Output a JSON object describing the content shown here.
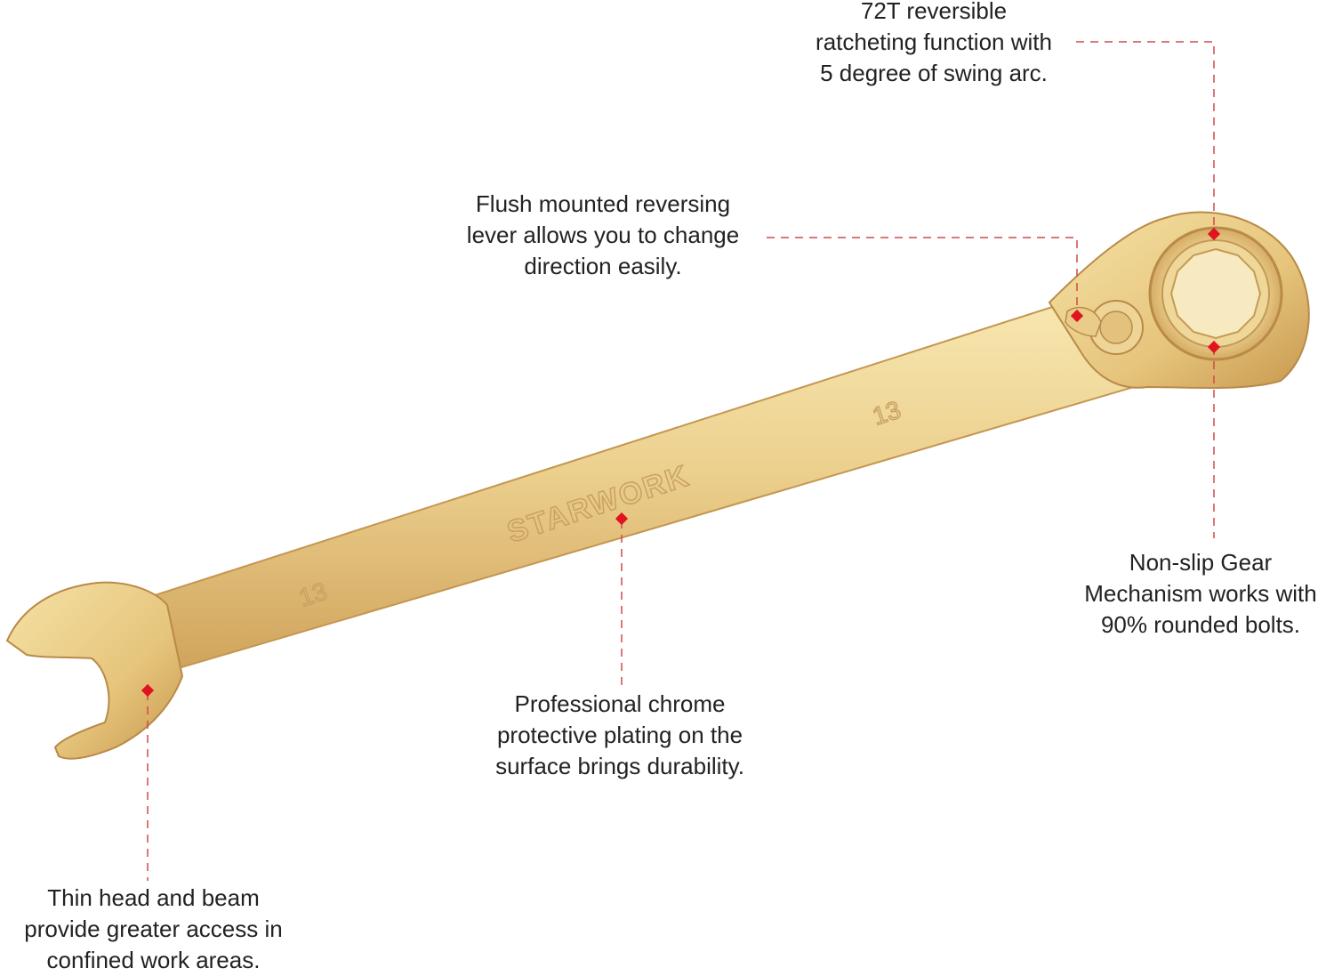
{
  "product": {
    "brand": "STARWORK",
    "size_marking": "13",
    "colors": {
      "body_light": "#f6e3a6",
      "body_mid": "#e4c076",
      "body_dark": "#c79a4f",
      "edge": "#b88a4a",
      "leader": "#d24a4a",
      "marker": "#e0141e"
    }
  },
  "callouts": {
    "ratchet": {
      "lines": [
        "72T reversible",
        "ratcheting function with",
        "5 degree of swing arc."
      ]
    },
    "lever": {
      "lines": [
        "Flush mounted reversing",
        "lever allows you to change",
        "direction easily."
      ]
    },
    "gear": {
      "lines": [
        "Non-slip Gear",
        "Mechanism works with",
        "90% rounded bolts."
      ]
    },
    "plating": {
      "lines": [
        "Professional chrome",
        "protective plating on the",
        "surface brings durability."
      ]
    },
    "head": {
      "lines": [
        "Thin head and beam",
        "provide greater access in",
        "confined work areas."
      ]
    }
  }
}
